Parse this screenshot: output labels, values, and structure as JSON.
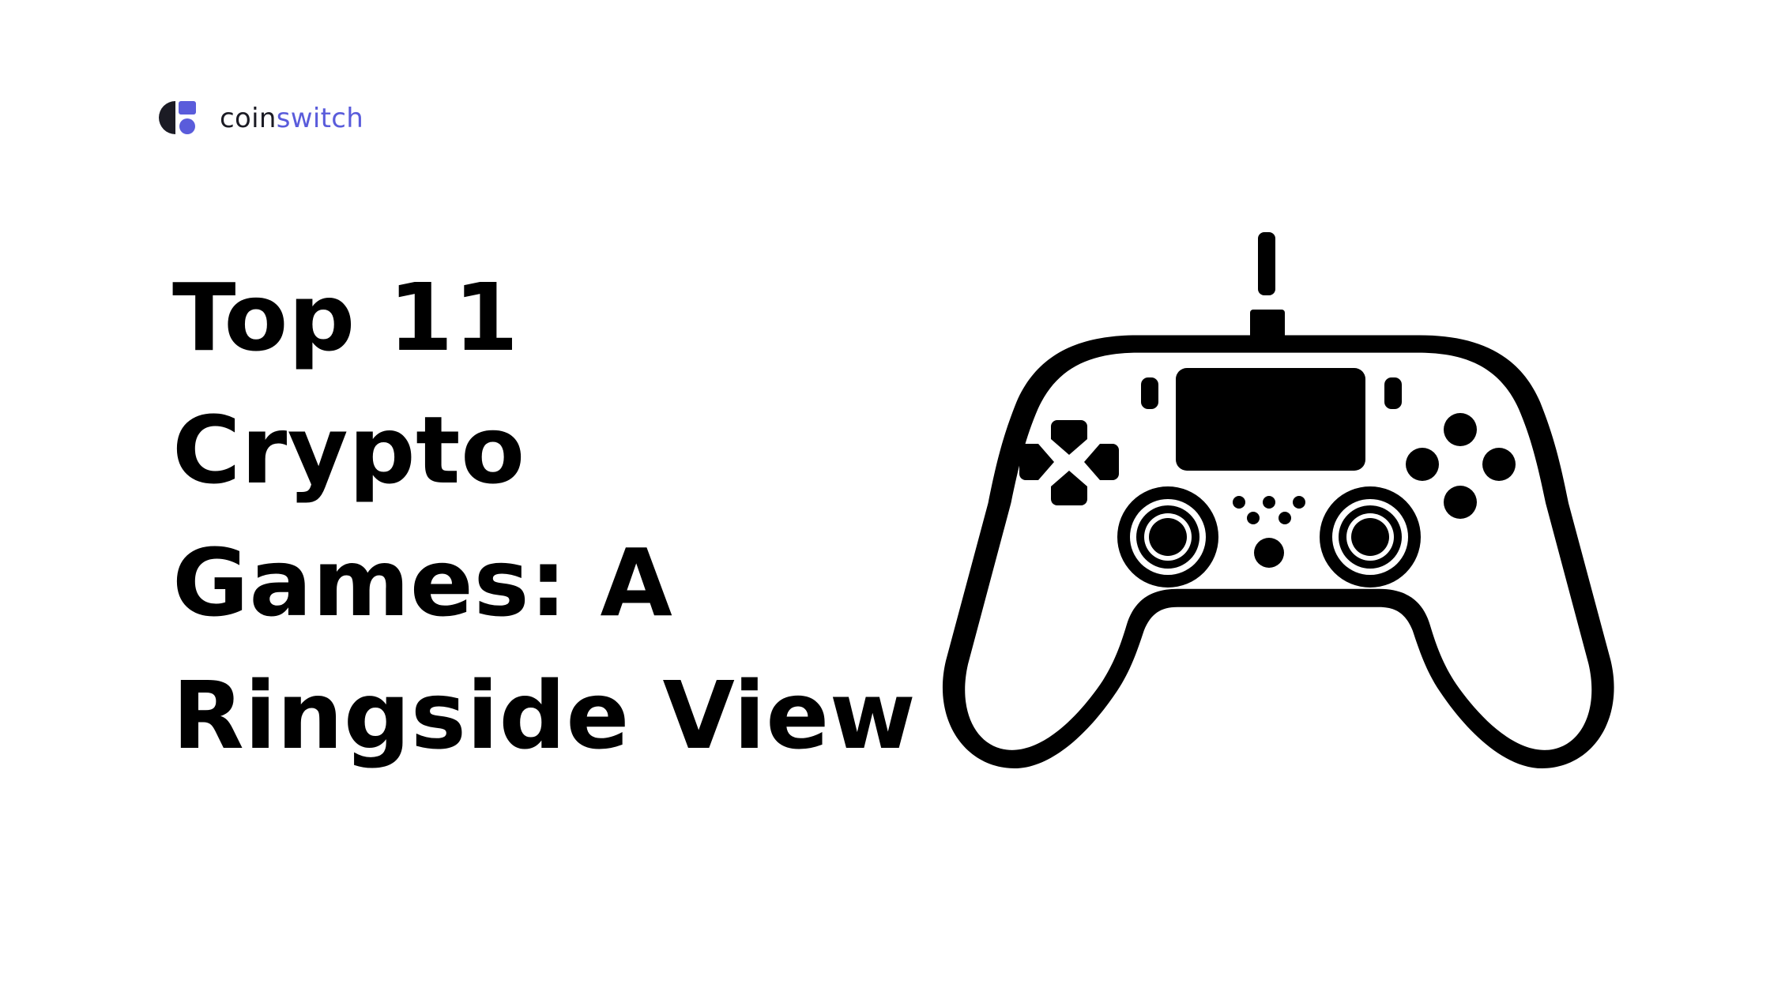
{
  "brand": {
    "name_prefix": "coin",
    "name_suffix": "switch",
    "colors": {
      "text_dark": "#1b1b24",
      "accent": "#5a5cdb"
    }
  },
  "headline": {
    "lines": [
      "Top 11",
      "Crypto",
      "Games: A",
      "Ringside View"
    ]
  },
  "illustration": {
    "icon": "game-controller-icon",
    "color": "#000000"
  }
}
